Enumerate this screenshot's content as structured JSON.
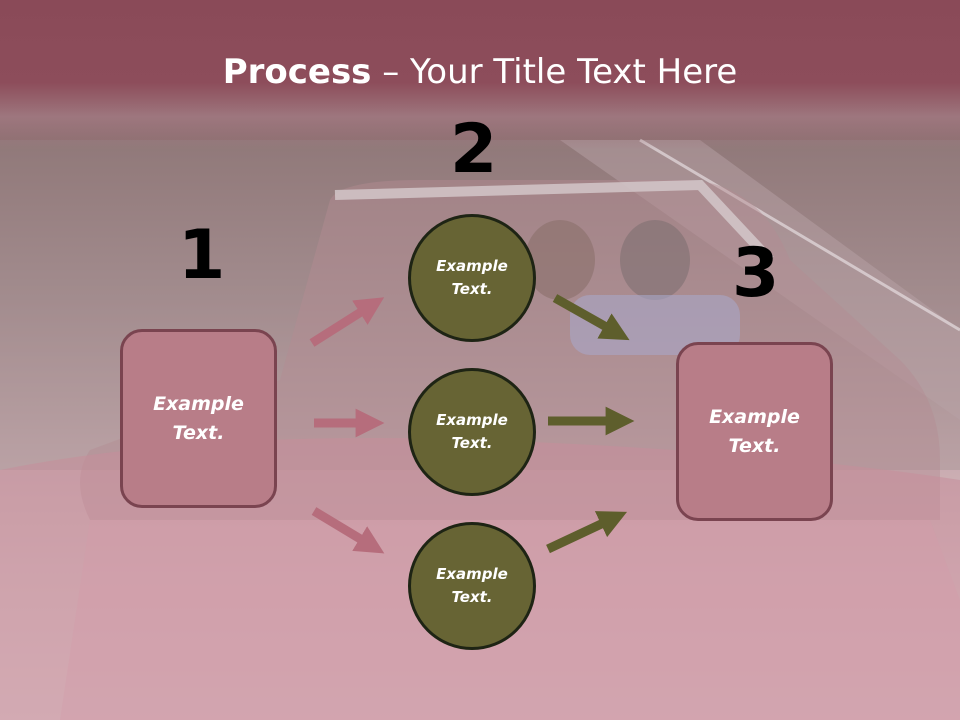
{
  "title": {
    "bold": "Process",
    "rest": " – Your Title Text Here"
  },
  "steps": {
    "one": "1",
    "two": "2",
    "three": "3"
  },
  "left_box": {
    "line1": "Example",
    "line2": "Text."
  },
  "right_box": {
    "line1": "Example",
    "line2": "Text."
  },
  "circles": [
    {
      "line1": "Example",
      "line2": "Text."
    },
    {
      "line1": "Example",
      "line2": "Text."
    },
    {
      "line1": "Example",
      "line2": "Text."
    }
  ],
  "colors": {
    "header": "#8d4d5b",
    "box_fill": "#b87d88",
    "circle_fill": "#676434",
    "pink_arrow": "#b66d7c",
    "olive_arrow": "#5e5e2c"
  }
}
